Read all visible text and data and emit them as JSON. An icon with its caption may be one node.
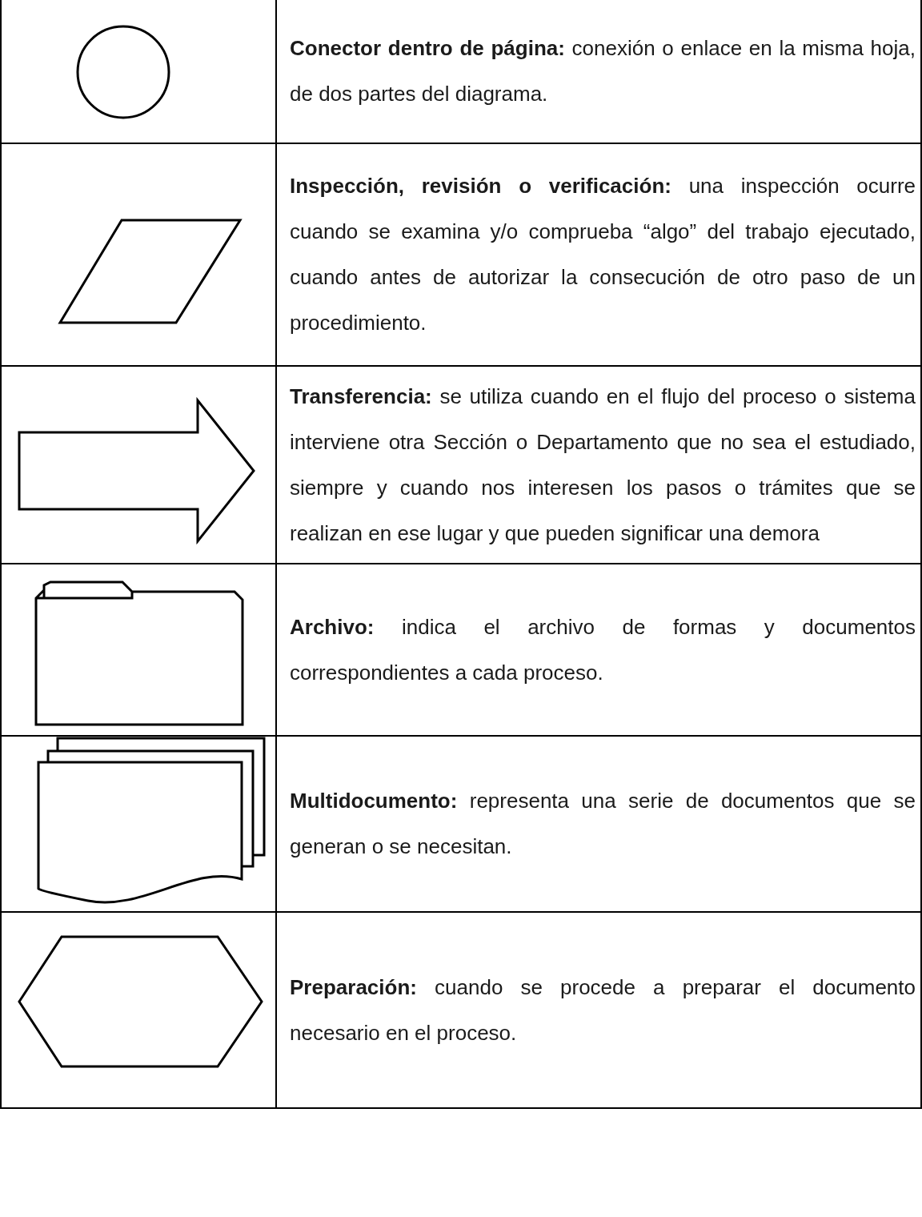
{
  "diagram": {
    "labels": [
      "**Conector dentro de página:** conexión o enlace en la misma hoja, de dos partes del diagrama.",
      "**Inspección, revisión o verificación:** una inspección ocurre cuando se examina y/o comprueba “algo” del trabajo ejecutado, cuando antes de autorizar la consecución de otro paso de un procedimiento.",
      "**Transferencia:** se utiliza cuando en el flujo del proceso o sistema interviene otra Sección o Departamento que no sea el estudiado, siempre y cuando nos interesen los pasos o trámites que se realizan en ese lugar y que pueden significar una demora",
      "**Archivo:** indica el archivo de formas y documentos correspondientes a cada proceso.",
      "**Multidocumento:** representa una serie de documentos que se generan o se necesitan.",
      "**Preparación:** cuando se procede a preparar el documento necesario en el proceso."
    ]
  }
}
